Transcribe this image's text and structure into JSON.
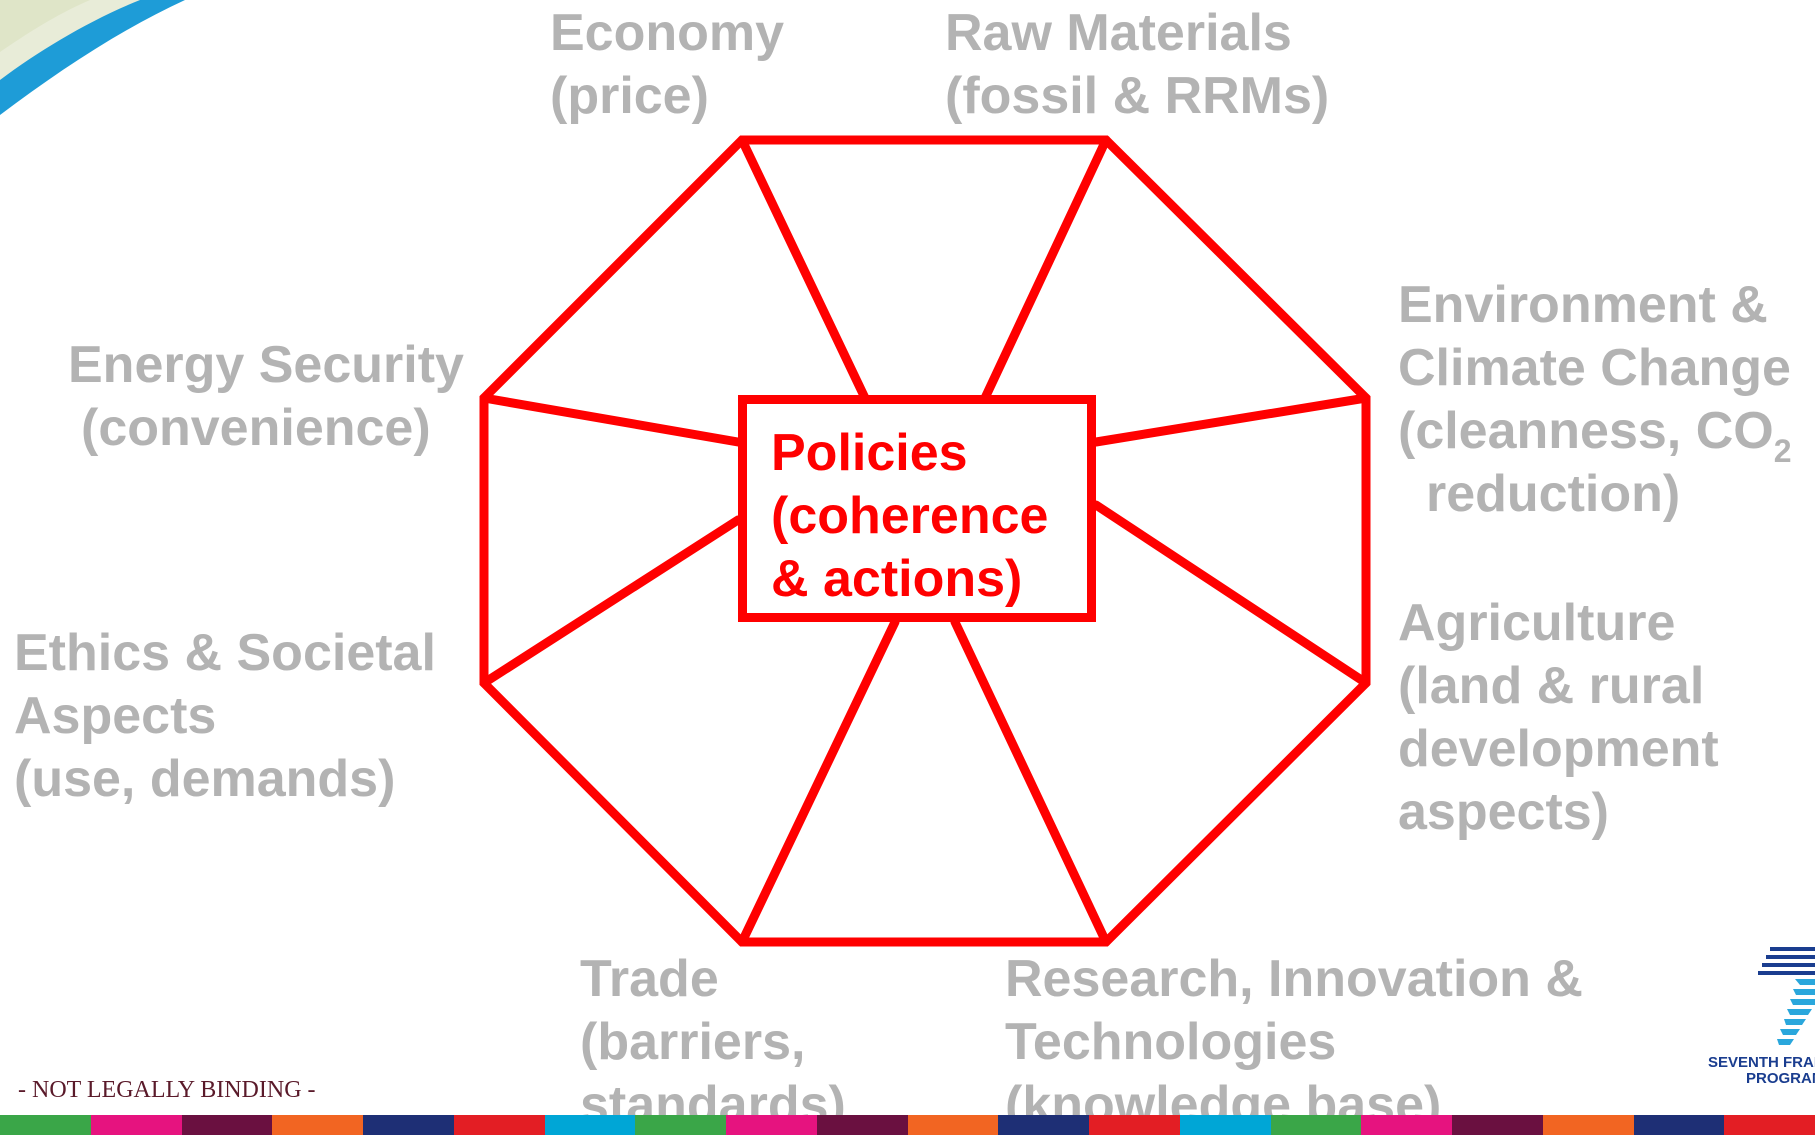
{
  "center": {
    "lines": [
      "Policies",
      "(coherence",
      "& actions)"
    ],
    "color": "#ff0000"
  },
  "nodes": {
    "economy": [
      "Economy",
      "(price)"
    ],
    "raw_materials": [
      "Raw Materials",
      "(fossil & RRMs)"
    ],
    "environment": [
      "Environment &",
      "Climate Change",
      "(cleanness, CO",
      "2",
      "reduction)"
    ],
    "agriculture": [
      "Agriculture",
      "(land & rural",
      "development",
      "aspects)"
    ],
    "research": [
      "Research, Innovation &",
      "Technologies",
      "(knowledge base)"
    ],
    "trade": [
      "Trade",
      "(barriers,",
      "standards)"
    ],
    "ethics": [
      "Ethics & Societal",
      "Aspects",
      "(use, demands)"
    ],
    "energy": [
      "Energy Security",
      "(convenience)"
    ]
  },
  "footer": {
    "disclaimer": "- NOT LEGALLY BINDING -",
    "logo_text_1": "SEVENTH FRAMEWORK",
    "logo_text_2": "PROGRAMME"
  },
  "colors": {
    "label_gray": "#b3b3b3",
    "diagram_red": "#ff0000",
    "bottom_bar": [
      "#3aa648",
      "#e6137f",
      "#6a1040",
      "#f26522",
      "#1e2f75",
      "#e31e24",
      "#00a6d6",
      "#3aa648",
      "#e6137f",
      "#6a1040",
      "#f26522",
      "#1e2f75",
      "#e31e24",
      "#00a6d6",
      "#3aa648",
      "#e6137f",
      "#6a1040",
      "#f26522",
      "#1e2f75",
      "#e31e24"
    ]
  }
}
